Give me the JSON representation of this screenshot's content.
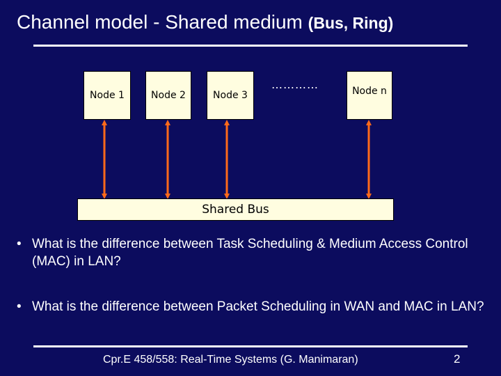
{
  "slide": {
    "title": "Channel model - Shared medium",
    "title_paren": "(Bus, Ring)",
    "footer": "Cpr.E 458/558: Real-Time Systems (G. Manimaran)",
    "page_number": "2"
  },
  "diagram": {
    "nodes": [
      "Node 1",
      "Node 2",
      "Node 3",
      "Node n"
    ],
    "ellipsis": "…………",
    "bus_label": "Shared Bus",
    "colors": {
      "background": "#0c0c5e",
      "box_fill": "#fffde0",
      "arrow": "#ff6a1a"
    }
  },
  "bullets": [
    "What is the difference between Task Scheduling & Medium Access Control (MAC) in LAN?",
    "What is the difference between Packet Scheduling in WAN and MAC in LAN?"
  ]
}
